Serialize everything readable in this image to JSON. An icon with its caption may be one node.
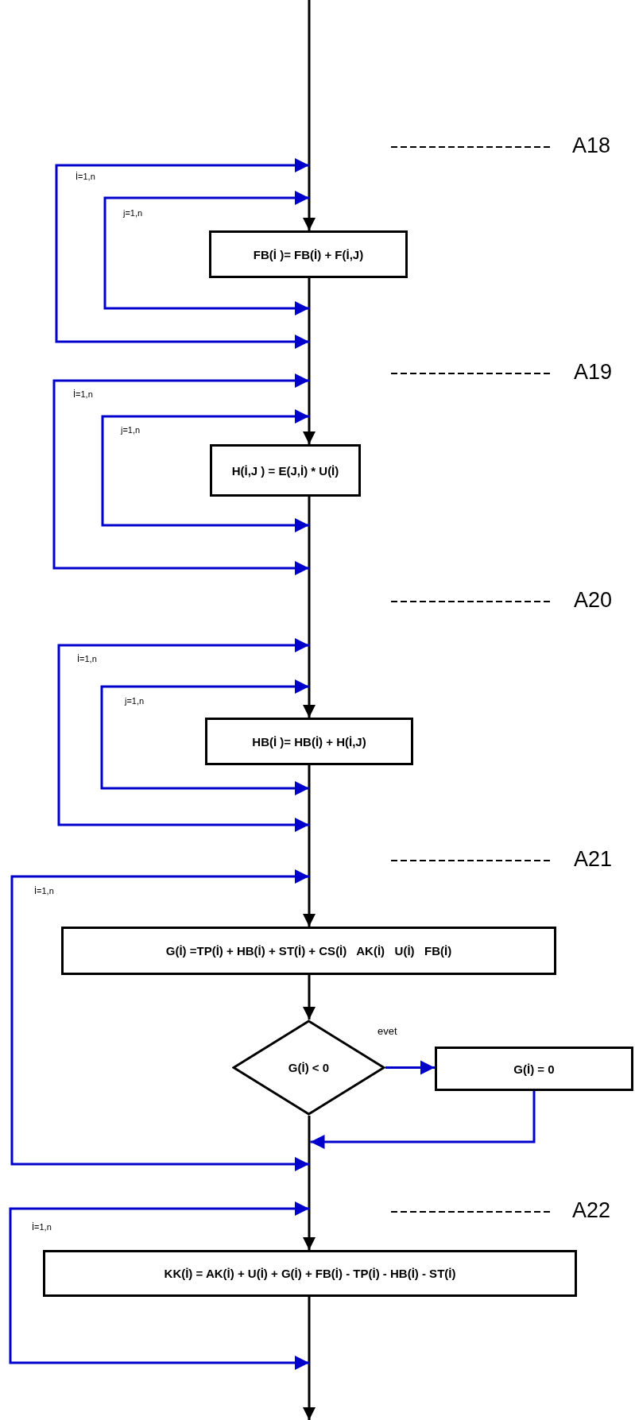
{
  "diagram": {
    "nodes": [
      {
        "text": [
          "FB(İ )= FB(İ) + F(İ,J)"
        ]
      },
      {
        "text": [
          "H(İ,J ) = E(J,İ) * U(İ)"
        ]
      },
      {
        "text": [
          "HB(İ )= HB(İ) + H(İ,J)"
        ]
      },
      {
        "text": [
          "G(İ) =TP(İ) + HB(İ) + ST(İ) + CS(İ)   AK(İ)   U(İ)   FB(İ)"
        ]
      },
      {
        "text": [
          "G(İ) < 0"
        ]
      },
      {
        "text": [
          "G(İ) = 0"
        ]
      },
      {
        "text": [
          "KK(İ) = AK(İ) + U(İ) + G(İ) + FB(İ) - TP(İ) - HB(İ) - ST(İ)"
        ]
      }
    ],
    "edges": [
      {
        "from": null,
        "to": 0,
        "arrow": "to"
      },
      {
        "from": 0,
        "to": 1,
        "arrow": "to"
      },
      {
        "from": 1,
        "to": 2,
        "arrow": "to"
      },
      {
        "from": 2,
        "to": 3,
        "arrow": "to"
      },
      {
        "from": 3,
        "to": 4,
        "arrow": "to"
      },
      {
        "from": 4,
        "to": 5,
        "arrow": "to",
        "label": "evet",
        "color": "#0000cc"
      },
      {
        "from": 5,
        "to": 4,
        "arrow": "to",
        "color": "#0000cc"
      },
      {
        "from": 4,
        "to": 6,
        "arrow": "to"
      },
      {
        "from": 6,
        "to": null,
        "arrow": "to"
      }
    ],
    "labels": [
      "A18",
      "İ=1,n",
      "j=1,n",
      "A19",
      "İ=1,n",
      "j=1,n",
      "A20",
      "İ=1,n",
      "j=1,n",
      "A21",
      "İ=1,n",
      "A22",
      "İ=1,n"
    ]
  }
}
